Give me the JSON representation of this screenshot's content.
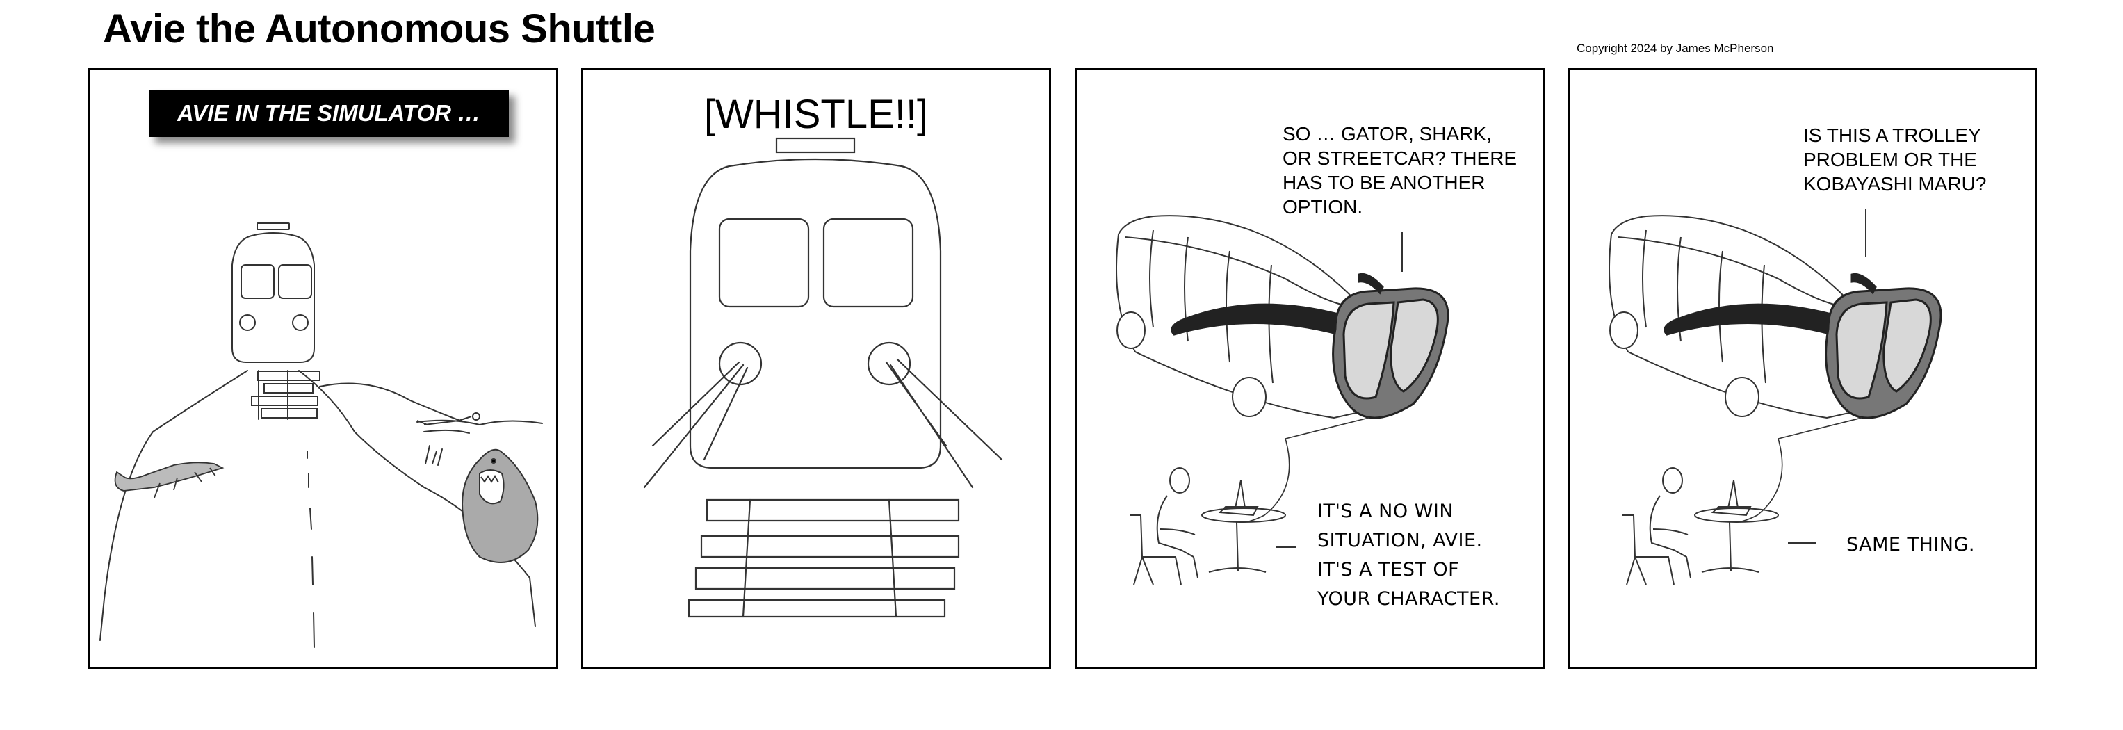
{
  "comic": {
    "title": "Avie the Autonomous Shuttle",
    "copyright": "Copyright 2024 by James McPherson"
  },
  "panels": [
    {
      "caption": "AVIE IN THE SIMULATOR …"
    },
    {
      "sound_effect": "[WHISTLE!!]"
    },
    {
      "top_speech": [
        "SO … GATOR, SHARK,",
        "OR STREETCAR? THERE",
        "HAS TO BE ANOTHER",
        "OPTION."
      ],
      "bottom_speech": [
        "IT'S A NO WIN",
        "SITUATION, AVIE.",
        "IT'S A TEST OF",
        "YOUR CHARACTER."
      ]
    },
    {
      "top_speech": [
        "IS THIS A TROLLEY",
        "PROBLEM OR THE",
        "KOBAYASHI MARU?"
      ],
      "bottom_speech": [
        "SAME THING."
      ]
    }
  ]
}
